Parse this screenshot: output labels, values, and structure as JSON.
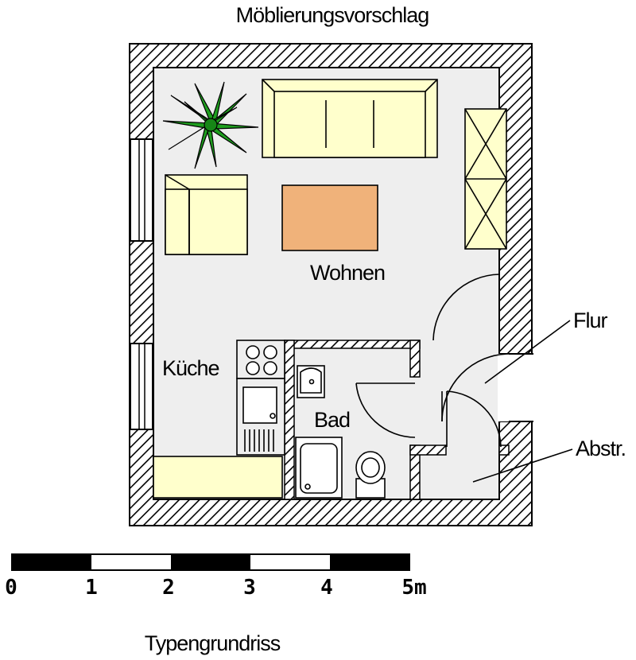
{
  "title": "Möblierungsvorschlag",
  "footer": "Typengrundriss",
  "rooms": {
    "wohnen": "Wohnen",
    "kueche": "Küche",
    "bad": "Bad",
    "flur": "Flur",
    "abstr": "Abstr."
  },
  "scale": {
    "ticks": [
      "0",
      "1",
      "2",
      "3",
      "4",
      "5m"
    ]
  },
  "colors": {
    "furniture": "#ffffcc",
    "rug": "#f0b27a",
    "floor": "#eeeeee",
    "plant": "#1e9e1e",
    "wall_hatch": "#000000"
  }
}
